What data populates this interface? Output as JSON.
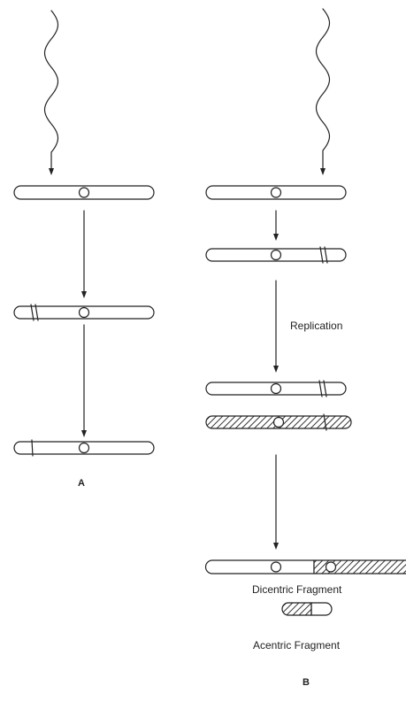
{
  "labels": {
    "replication": "Replication",
    "dicentric": "Dicentric Fragment",
    "acentric": "Acentric Fragment",
    "panel_a": "A",
    "panel_b": "B"
  }
}
